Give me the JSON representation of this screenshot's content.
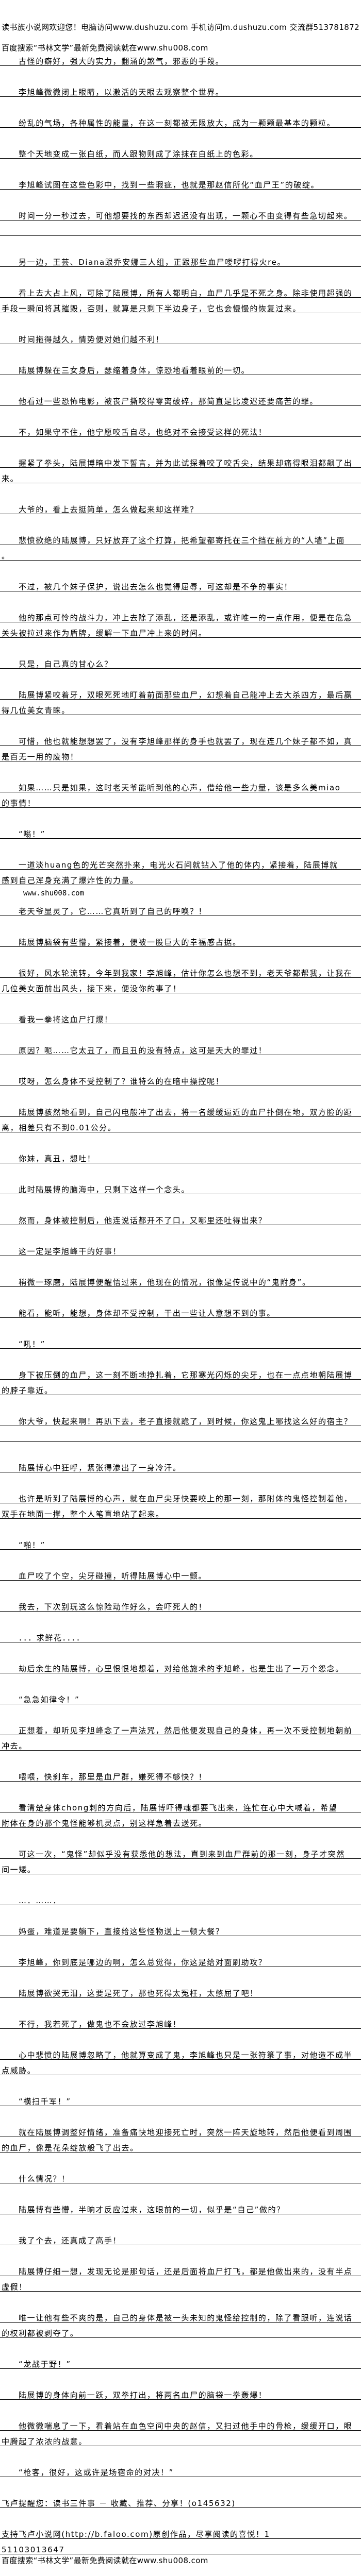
{
  "header": {
    "line1": "读书族小说网欢迎您！电脑访问www.dushuzu.com 手机访问m.dushuzu.com 交流群513781872",
    "line2": "百度搜索“书林文学”最新免费阅读就在www.shu008.com"
  },
  "paragraphs": [
    [
      "古怪的癖好，强大的实力，翻涌的煞气，邪恶的手段。"
    ],
    [
      "李旭峰微微闭上眼睛，以激活的天眼去观察整个世界。"
    ],
    [
      "纷乱的气场，各种属性的能量，在这一刻都被无限放大，成为一颗颗最基本的颗粒。"
    ],
    [
      "整个天地变成一张白纸，而人跟物则成了涂抹在白纸上的色彩。"
    ],
    [
      "李旭峰试图在这些色彩中，找到一些瑕疵，也就是那赵信所化“血尸王”的破绽。"
    ],
    [
      "时间一分一秒过去，可他想要找的东西却迟迟没有出现，一颗心不由变得有些急切起来。",
      ""
    ],
    [
      "另一边，王芸、Diana跟乔安娜三人组，正跟那些血尸喽啰打得火re。"
    ],
    [
      "看上去大占上风，可除了陆展博，所有人都明白，血尸几乎是不死之身。除非使用超强的",
      "手段一瞬间将其摧毁，否则，就算是只剩下半边身子，它也会慢慢的恢复过来。"
    ],
    [
      "时间拖得越久，情势便对她们越不利！"
    ],
    [
      "陆展博躲在三女身后，瑟缩着身体，惊恐地看着眼前的一切。"
    ],
    [
      "他看过一些恐怖电影，被丧尸撕咬得零离破碎，那简直是比凌迟还要痛苦的罪。"
    ],
    [
      "不，如果守不住，他宁愿咬舌自尽，也绝对不会接受这样的死法！"
    ],
    [
      "握紧了拳头，陆展博暗中发下誓言，并为此试探着咬了咬舌尖，结果却痛得眼泪都飙了出",
      "来。"
    ],
    [
      "大爷的，看上去挺简单，怎么做起来却这样难？"
    ],
    [
      "悲愤欲绝的陆展博，只好放弃了这个打算，把希望都寄托在三个挡在前方的“人墙”上面",
      "。"
    ],
    [
      "不过，被几个妹子保护，说出去怎么也觉得屈辱，可这却是不争的事实！"
    ],
    [
      "他的那点可怜的战斗力，冲上去除了添乱，还是添乱，或许唯一的一点作用，便是在危急",
      "关头被拉过来作为盾牌，缓解一下血尸冲上来的时间。"
    ],
    [
      "只是，自己真的甘心么？"
    ],
    [
      "陆展博紧咬着牙，双眼死死地盯着前面那些血尸，幻想着自己能冲上去大杀四方，最后赢",
      "得几位美女青睐。"
    ],
    [
      "可惜，他也就能想想罢了，没有李旭峰那样的身手也就罢了，现在连几个妹子都不如，真",
      "是百无一用的废物！"
    ],
    [
      "如果……只是如果，这时老天爷能听到他的心声，借给他一些力量，该是多么美miao",
      "的事情！"
    ],
    [
      "“嗡！”"
    ],
    [
      "一道淡huang色的光芒突然扑来，电光火石间就钻入了他的体内，紧接着，陆展博就",
      "感到自己浑身充满了爆炸性的力量。"
    ],
    [
      "老天爷显灵了，它……它真听到了自己的呼唤？！"
    ],
    [
      "陆展博脑袋有些懵，紧接着，便被一股巨大的幸福感占据。"
    ],
    [
      "很好，风水轮流转，今年到我家！李旭峰，估计你怎么也想不到，老天爷都帮我，让我在",
      "几位美女面前出风头，接下来，便没你的事了！"
    ],
    [
      "看我一拳将这血尸打爆！"
    ],
    [
      "原因？呃……它太丑了，而且丑的没有特点，这可是天大的罪过！"
    ],
    [
      "哎呀，怎么身体不受控制了？谁特么的在暗中操控呢！"
    ],
    [
      "陆展博骇然地看到，自己闪电般冲了出去，将一名缓缓逼近的血尸扑倒在地，双方脸的距",
      "离，相差只有不到0.01公分。"
    ],
    [
      "你妹，真丑，想吐！"
    ],
    [
      "此时陆展博的脑海中，只剩下这样一个念头。"
    ],
    [
      "然而，身体被控制后，他连说话都开不了口，又哪里还吐得出来？"
    ],
    [
      "这一定是李旭峰干的好事！"
    ],
    [
      "稍微一琢磨，陆展博便醒悟过来，他现在的情况，很像是传说中的“鬼附身”。"
    ],
    [
      "能看，能听，能想，身体却不受控制，干出一些让人意想不到的事。"
    ],
    [
      "“吼！”"
    ],
    [
      "身下被压倒的血尸，这一刻不断地挣扎着，它那寒光闪烁的尖牙，也在一点点地朝陆展博",
      "的脖子靠近。"
    ],
    [
      "你大爷，快起来啊！再趴下去，老子直接就跪了，到时候，你这鬼上哪找这么好的宿主？",
      ""
    ],
    [
      "陆展博心中狂呼，紧张得渗出了一身冷汗。"
    ],
    [
      "也许是听到了陆展博的心声，就在血尸尖牙快要咬上的那一刻，那附体的鬼怪控制着他，",
      "双手在地面一撑，整个人笔直地站了起来。"
    ],
    [
      "“啪！”"
    ],
    [
      "血尸咬了个空，尖牙碰撞，听得陆展博心中一颤。"
    ],
    [
      "我去，下次别玩这么惊险动作好么，会吓死人的！"
    ],
    [
      "．．．求鲜花．．．．"
    ],
    [
      "劫后余生的陆展博，心里恨恨地想着，对给他施术的李旭峰，也是生出了一万个怨念。"
    ],
    [
      "“急急如律令！”"
    ],
    [
      "正想着，却听见李旭峰念了一声法咒，然后他便发现自己的身体，再一次不受控制地朝前",
      "冲去。"
    ],
    [
      "喂喂，快刹车，那里是血尸群，嫌死得不够快？！"
    ],
    [
      "看清楚身体chong刺的方向后，陆展博吓得魂都要飞出来，连忙在心中大喊着，希望",
      "附体在身的那个鬼怪能够机灵点，别这样急着去送死。"
    ],
    [
      "可这一次，“鬼怪”却似乎没有获悉他的想法，直到来到血尸群前的那一刻，身子才突然",
      "间一矮。"
    ],
    [
      "…．……．"
    ],
    [
      "妈蛋，难道是要躺下，直接给这些怪物送上一顿大餐？"
    ],
    [
      "李旭峰，你到底是哪边的啊，怎么总觉得，你这是给对面刷助攻？"
    ],
    [
      "陆展博欲哭无泪，这要是死了，那也死得太冤枉，太憋屈了吧！"
    ],
    [
      "不行，我若死了，做鬼也不会放过李旭峰！"
    ],
    [
      "心中悲愤的陆展博忽略了，他就算变成了鬼，李旭峰也只是一张符箓了事，对他造不成半",
      "点威胁。"
    ],
    [
      "“横扫千军！”"
    ],
    [
      "就在陆展博调整好情绪，准备痛快地迎接死亡时，突然一阵天旋地转，然后他便看到周围",
      "的血尸，像是花朵绽放般飞了出去。"
    ],
    [
      "什么情况？！"
    ],
    [
      "陆展博有些懵，半晌才反应过来，这眼前的一切，似乎是“自己”做的？"
    ],
    [
      "我了个去，还真成了高手！"
    ],
    [
      "陆展博仔细一想，发现无论是那句话，还是后面将血尸打飞，都是他做出来的，没有半点",
      "虚假！"
    ],
    [
      "唯一让他有些不爽的是，自己的身体是被一头未知的鬼怪给控制的，除了看跟听，连说话",
      "的权利都被剥夺了。"
    ],
    [
      "“龙战于野！”"
    ],
    [
      "陆展博的身体向前一跃，双拳打出，将两名血尸的脑袋一拳轰爆！"
    ],
    [
      "他微微喘息了一下，看着站在血色空间中央的赵信，又扫过他手中的骨枪，缓缓开口，眼",
      "中腾起了浓浓的战意。"
    ],
    [
      "“枪客，很好，这或许是场宿命的对决！”"
    ]
  ],
  "watermark": "www.shu008.com",
  "footer": {
    "notice": [
      "飞卢提醒您：读书三件事 － 收藏、推荐、分享！(o145632)"
    ],
    "support": [
      "支持飞卢小说网(http://b.faloo.com)原创作品，尽享阅读的喜悦！1",
      "51103013647"
    ],
    "search": "百度搜索“书林文学”最新免费阅读就在www.shu008.com"
  }
}
